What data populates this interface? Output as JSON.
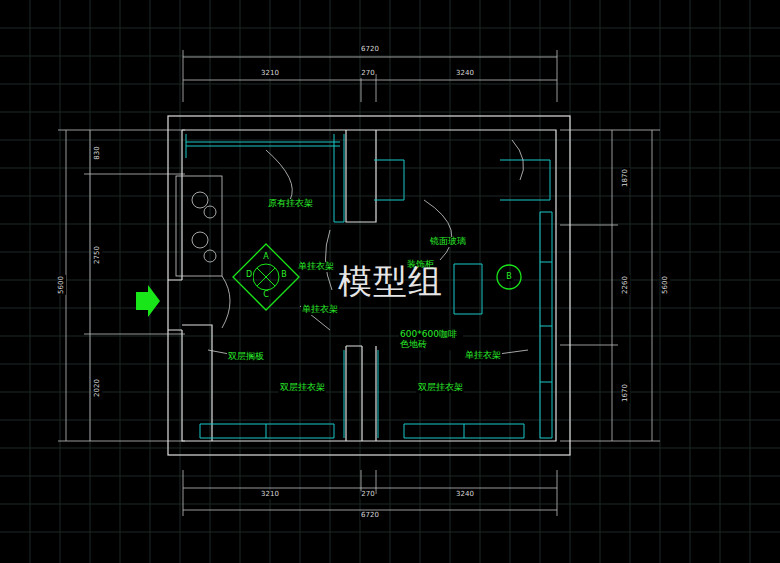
{
  "diagram": {
    "nodes": [
      {
        "text": [
          "A",
          "B",
          "C",
          "D"
        ]
      },
      {
        "text": [
          "B"
        ]
      }
    ],
    "labels": [
      "6720",
      "3210",
      "270",
      "3240",
      "6720",
      "3210",
      "270",
      "3240",
      "5600",
      "830",
      "2750",
      "2020",
      "1870",
      "2260",
      "1670",
      "5600",
      "原有挂衣架",
      "单挂衣架",
      "单挂衣架",
      "镜面玻璃",
      "装饰柜",
      "600*600咖啡色地砖",
      "单挂衣架",
      "双层搁板",
      "双层挂衣架",
      "双层挂衣架",
      "模型组"
    ]
  }
}
